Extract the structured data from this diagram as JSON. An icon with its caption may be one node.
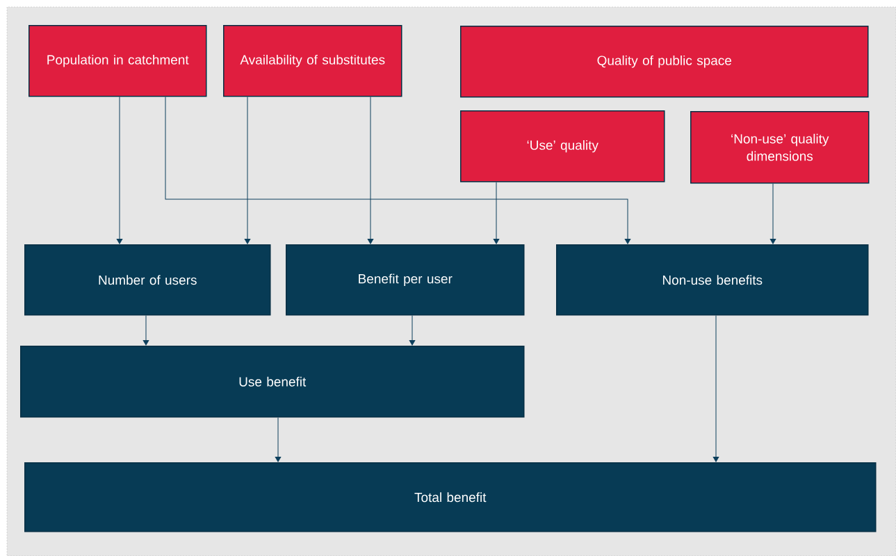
{
  "diagram": {
    "nodes": [
      {
        "text": [
          "Population in catchment"
        ]
      },
      {
        "text": [
          "Availability of substitutes"
        ]
      },
      {
        "text": [
          "Quality of public space"
        ]
      },
      {
        "text": [
          "‘Use’ quality"
        ]
      },
      {
        "text": [
          "‘Non-use’ quality dimensions"
        ]
      },
      {
        "text": [
          "Number of users"
        ]
      },
      {
        "text": [
          "Benefit per user"
        ]
      },
      {
        "text": [
          "Non-use benefits"
        ]
      },
      {
        "text": [
          "Use benefit"
        ]
      },
      {
        "text": [
          "Total benefit"
        ]
      }
    ],
    "edges": [
      {
        "from": 0,
        "to": 5,
        "arrow": "to"
      },
      {
        "from": 0,
        "to": 7,
        "arrow": "to"
      },
      {
        "from": 1,
        "to": 5,
        "arrow": "to"
      },
      {
        "from": 1,
        "to": 6,
        "arrow": "to"
      },
      {
        "from": 3,
        "to": 6,
        "arrow": "to"
      },
      {
        "from": 4,
        "to": 7,
        "arrow": "to"
      },
      {
        "from": 5,
        "to": 8,
        "arrow": "to"
      },
      {
        "from": 6,
        "to": 8,
        "arrow": "to"
      },
      {
        "from": 8,
        "to": 9,
        "arrow": "to"
      },
      {
        "from": 7,
        "to": 9,
        "arrow": "to"
      }
    ]
  }
}
